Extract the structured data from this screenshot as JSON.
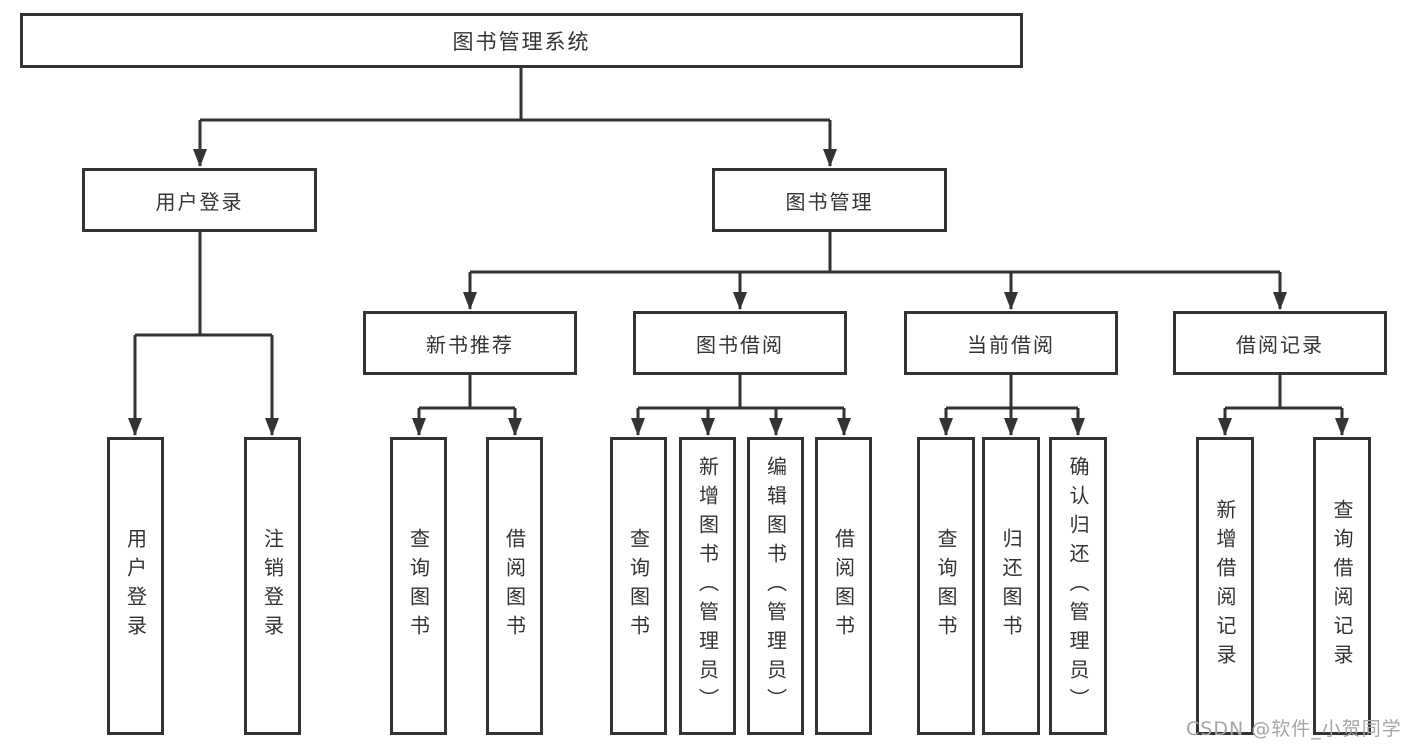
{
  "diagram": {
    "root": {
      "label": "图书管理系统"
    },
    "level2": [
      {
        "label": "用户登录"
      },
      {
        "label": "图书管理"
      }
    ],
    "level3": [
      {
        "label": "新书推荐"
      },
      {
        "label": "图书借阅"
      },
      {
        "label": "当前借阅"
      },
      {
        "label": "借阅记录"
      }
    ],
    "leaves": {
      "user_login": [
        "用户登录",
        "注销登录"
      ],
      "new_book_recommend": [
        "查询图书",
        "借阅图书"
      ],
      "book_borrow": [
        "查询图书",
        "新增图书（管理员）",
        "编辑图书（管理员）",
        "借阅图书"
      ],
      "current_borrow": [
        "查询图书",
        "归还图书",
        "确认归还（管理员）"
      ],
      "borrow_records": [
        "新增借阅记录",
        "查询借阅记录"
      ]
    },
    "watermark": "CSDN @软件_小贺同学",
    "colors": {
      "line": "#333333",
      "text": "#333333",
      "watermark": "#a6a6a6",
      "background": "#ffffff"
    }
  }
}
